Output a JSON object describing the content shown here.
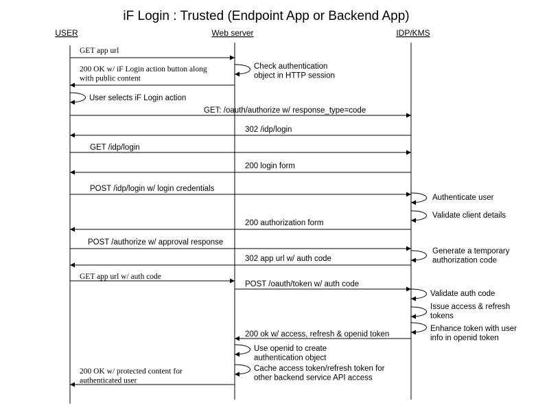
{
  "title": "iF Login : Trusted (Endpoint App or Backend App)",
  "actors": [
    {
      "id": "user",
      "label": "USER"
    },
    {
      "id": "web",
      "label": "Web server"
    },
    {
      "id": "idp",
      "label": "IDP/KMS"
    }
  ],
  "messages": [
    {
      "from": "user",
      "to": "web",
      "font": "serif",
      "lines": [
        "GET app url"
      ]
    },
    {
      "from": "web",
      "to": "web",
      "font": "sans",
      "lines": [
        "Check authentication",
        "object in HTTP session"
      ]
    },
    {
      "from": "web",
      "to": "user",
      "font": "serif",
      "lines": [
        "200 OK w/ iF Login action button along",
        "with public content"
      ]
    },
    {
      "from": "user",
      "to": "user",
      "font": "sans",
      "lines": [
        "User selects iF Login action"
      ]
    },
    {
      "from": "user",
      "to": "idp",
      "font": "sans",
      "lines": [
        "GET: /oauth/authorize w/ response_type=code"
      ]
    },
    {
      "from": "idp",
      "to": "user",
      "font": "sans",
      "lines": [
        "302 /idp/login"
      ]
    },
    {
      "from": "user",
      "to": "idp",
      "font": "sans",
      "lines": [
        "GET /idp/login"
      ]
    },
    {
      "from": "idp",
      "to": "user",
      "font": "sans",
      "lines": [
        "200 login form"
      ]
    },
    {
      "from": "user",
      "to": "idp",
      "font": "sans",
      "lines": [
        "POST /idp/login w/ login credentials"
      ]
    },
    {
      "from": "idp",
      "to": "idp",
      "font": "sans",
      "lines": [
        "Authenticate user"
      ]
    },
    {
      "from": "idp",
      "to": "idp",
      "font": "sans",
      "lines": [
        "Validate client details"
      ]
    },
    {
      "from": "idp",
      "to": "user",
      "font": "sans",
      "lines": [
        "200 authorization form"
      ]
    },
    {
      "from": "user",
      "to": "idp",
      "font": "sans",
      "lines": [
        "POST /authorize w/ approval response"
      ]
    },
    {
      "from": "idp",
      "to": "idp",
      "font": "sans",
      "lines": [
        "Generate a temporary",
        "authorization code"
      ]
    },
    {
      "from": "idp",
      "to": "user",
      "font": "sans",
      "lines": [
        "302 app url w/ auth code"
      ]
    },
    {
      "from": "user",
      "to": "web",
      "font": "serif",
      "lines": [
        "GET app url w/ auth code"
      ]
    },
    {
      "from": "web",
      "to": "idp",
      "font": "sans",
      "lines": [
        "POST /oauth/token w/ auth code"
      ]
    },
    {
      "from": "idp",
      "to": "idp",
      "font": "sans",
      "lines": [
        "Validate auth code"
      ]
    },
    {
      "from": "idp",
      "to": "idp",
      "font": "sans",
      "lines": [
        "Issue access & refresh",
        "tokens"
      ]
    },
    {
      "from": "idp",
      "to": "idp",
      "font": "sans",
      "lines": [
        "Enhance token with user",
        "info in openid token"
      ]
    },
    {
      "from": "idp",
      "to": "web",
      "font": "sans",
      "lines": [
        "200 ok w/ access, refresh & openid token"
      ]
    },
    {
      "from": "web",
      "to": "web",
      "font": "sans",
      "lines": [
        "Use openid to create",
        "authentication object"
      ]
    },
    {
      "from": "web",
      "to": "web",
      "font": "sans",
      "lines": [
        "Cache access token/refresh token for",
        "other backend service API access"
      ]
    },
    {
      "from": "web",
      "to": "user",
      "font": "serif",
      "lines": [
        "200 OK w/ protected content for",
        "authenticated user"
      ]
    }
  ]
}
